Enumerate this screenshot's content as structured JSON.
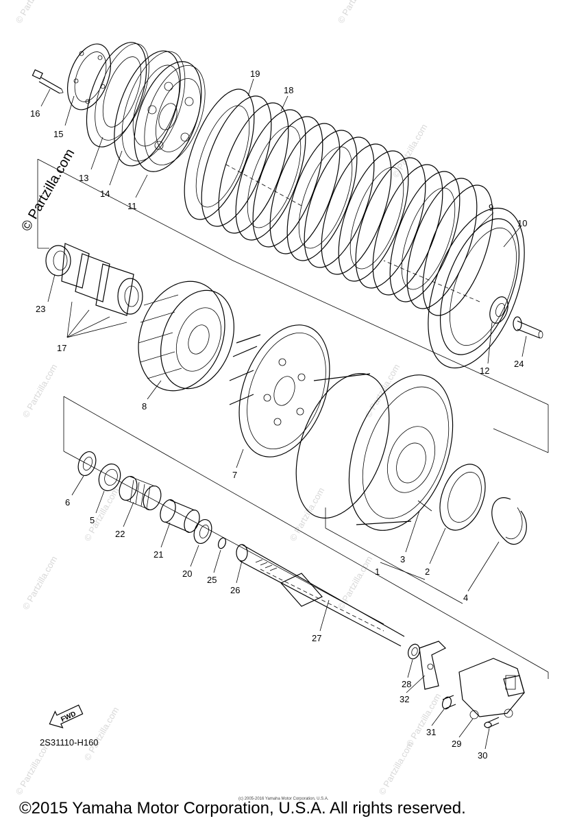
{
  "watermark": {
    "text": "© Partzilla.com",
    "side_text": "© Partzilla.com"
  },
  "callouts": {
    "c1": "1",
    "c2": "2",
    "c3": "3",
    "c4": "4",
    "c5": "5",
    "c6": "6",
    "c7": "7",
    "c8": "8",
    "c9": "9",
    "c10": "10",
    "c11": "11",
    "c12": "12",
    "c13": "13",
    "c14": "14",
    "c15": "15",
    "c16": "16",
    "c17": "17",
    "c18": "18",
    "c19": "19",
    "c20": "20",
    "c21": "21",
    "c22": "22",
    "c23": "23",
    "c24": "24",
    "c25": "25",
    "c26": "26",
    "c27": "27",
    "c28": "28",
    "c29": "29",
    "c30": "30",
    "c31": "31",
    "c32": "32"
  },
  "fwd_label": "FWD",
  "diagram_code": "2S31110-H160",
  "small_copyright": "(c) 2005-2016 Yamaha Motor Corporation, U.S.A.",
  "footer_copyright": "©2015 Yamaha Motor Corporation, U.S.A. All rights reserved."
}
